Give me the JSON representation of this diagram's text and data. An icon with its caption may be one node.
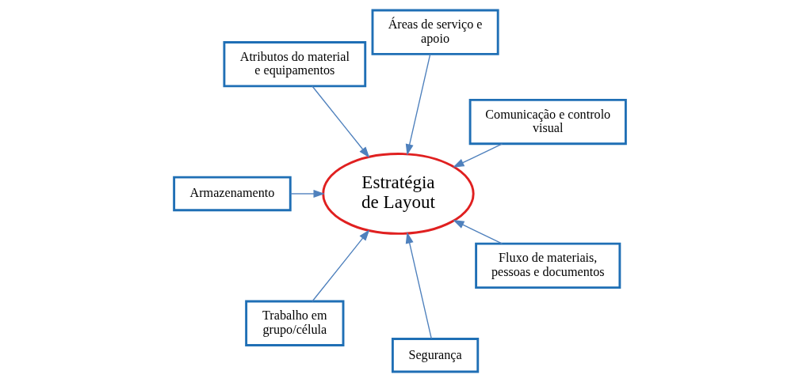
{
  "diagram": {
    "nodes": [
      {
        "text": [
          "Comunicação e controlo visual"
        ]
      },
      {
        "text": [
          "Áreas de serviço e apoio"
        ]
      },
      {
        "text": [
          "Atributos do material e equipamentos"
        ]
      },
      {
        "text": [
          "Estratégia de Layout"
        ]
      },
      {
        "text": [
          "Armazenamento"
        ]
      },
      {
        "text": [
          "Trabalho em grupo/célula"
        ]
      },
      {
        "text": [
          "Segurança"
        ]
      },
      {
        "text": [
          "Fluxo de materiais, pessoas e documentos"
        ]
      }
    ],
    "edges": [
      {
        "from": 0,
        "to": 3,
        "arrow": "to"
      },
      {
        "from": 1,
        "to": 3,
        "arrow": "to"
      },
      {
        "from": 2,
        "to": 3,
        "arrow": "to"
      },
      {
        "from": 4,
        "to": 3,
        "arrow": "to"
      },
      {
        "from": 5,
        "to": 3,
        "arrow": "to"
      },
      {
        "from": 6,
        "to": 3,
        "arrow": "to"
      },
      {
        "from": 7,
        "to": 3,
        "arrow": "to"
      }
    ]
  }
}
